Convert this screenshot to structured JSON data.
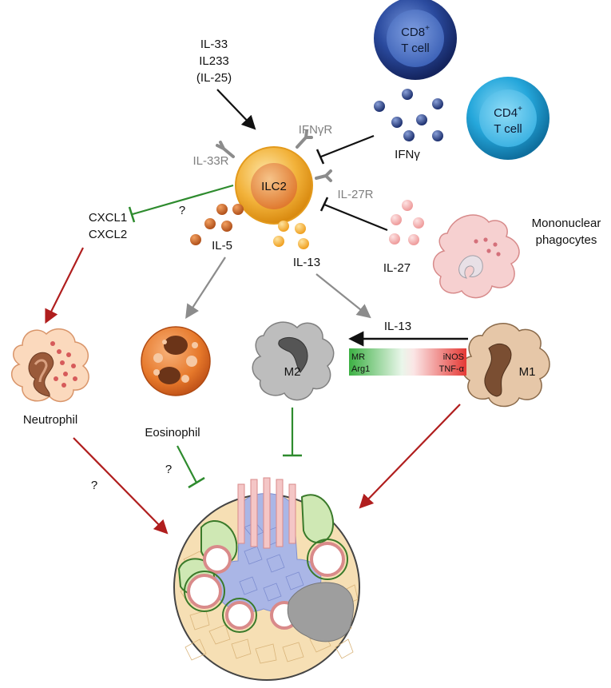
{
  "cytokines_in": [
    "IL-33",
    "IL233",
    "(IL-25)"
  ],
  "cells": {
    "cd8": {
      "name": "CD8",
      "sup": "+",
      "sub": "T cell"
    },
    "cd4": {
      "name": "CD4",
      "sup": "+",
      "sub": "T cell"
    },
    "ilc2": "ILC2",
    "m2": "M2",
    "m1": "M1"
  },
  "receptors": {
    "ifngr": "IFNγR",
    "il33r": "IL-33R",
    "il27r": "IL-27R"
  },
  "ifng": "IFNγ",
  "chemokines": [
    "CXCL1",
    "CXCL2"
  ],
  "il5": "IL-5",
  "il13": "IL-13",
  "il13_arrow": "IL-13",
  "il27": "IL-27",
  "mononuclear": [
    "Mononuclear",
    "phagocytes"
  ],
  "neutrophil": "Neutrophil",
  "eosinophil": "Eosinophil",
  "unknown_marks": [
    "?",
    "?",
    "?"
  ],
  "gradient_left": [
    "MR",
    "Arg1"
  ],
  "gradient_right": [
    "iNOS",
    "TNF-α"
  ],
  "colors": {
    "cd8": "#1f3a8a",
    "cd4": "#1aa3d9",
    "ilc2": "#f0a020",
    "il5_dots": "#c8641e",
    "il13_dots": "#f0a020",
    "il27_dots": "#f2a8a8",
    "inhibit_green": "#2e8b2e",
    "arrow_red": "#b01e1e",
    "arrow_grey": "#8c8c8c",
    "gradient_green": "#3cb043",
    "gradient_red": "#e53935"
  }
}
